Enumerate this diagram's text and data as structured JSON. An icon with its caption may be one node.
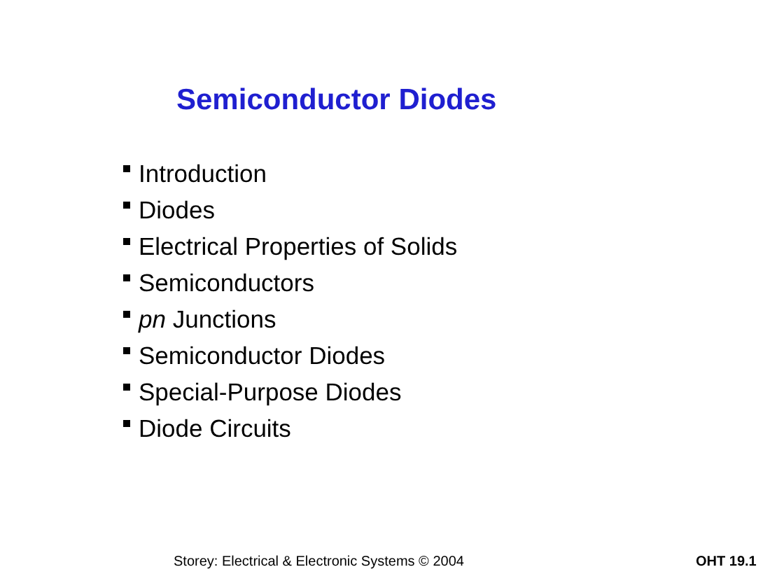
{
  "diagram": {
    "title": "Semiconductor Diodes",
    "labels": [
      "Introduction",
      "Diodes",
      "Electrical Properties of Solids",
      "Semiconductors",
      "*pn* Junctions",
      "Semiconductor Diodes",
      "Special-Purpose Diodes",
      "Diode Circuits",
      "Storey: Electrical & Electronic Systems © 2004",
      "OHT 19.1"
    ]
  }
}
